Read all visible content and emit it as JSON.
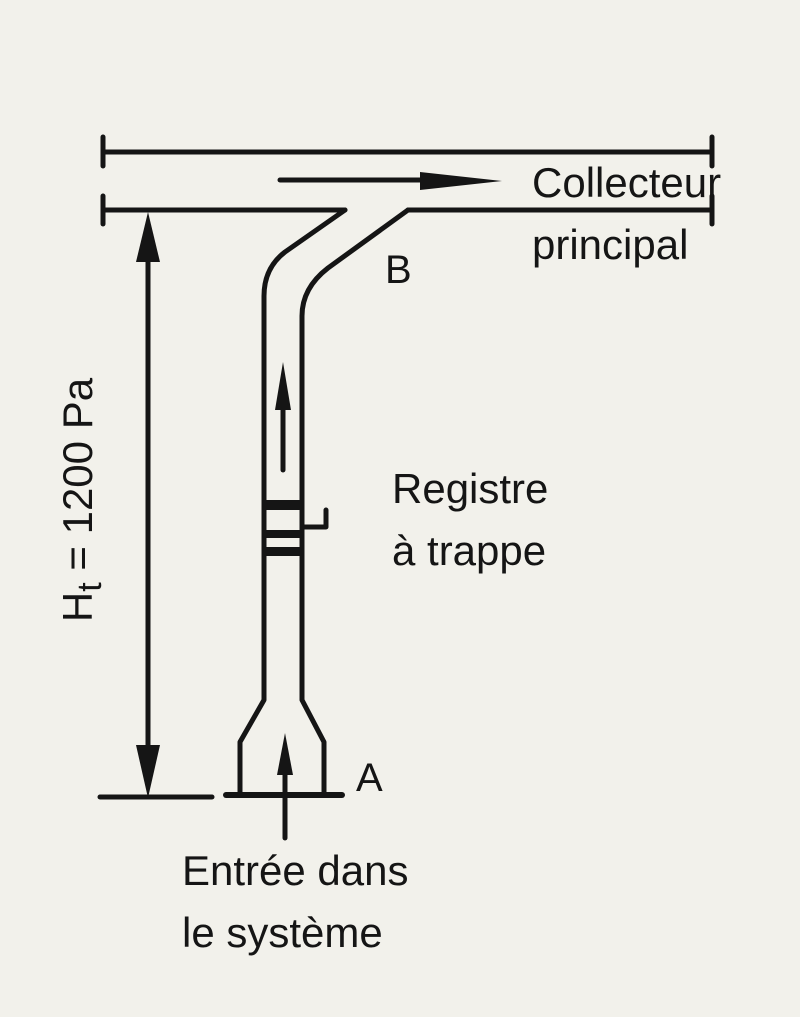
{
  "labels": {
    "collector_line1": "Collecteur",
    "collector_line2": "principal",
    "point_b": "B",
    "point_a": "A",
    "damper_line1": "Registre",
    "damper_line2": "à trappe",
    "inlet_line1": "Entrée dans",
    "inlet_line2": "le système",
    "height_prefix": "H",
    "height_sub": "t",
    "height_value": " = 1200 Pa"
  },
  "colors": {
    "ink": "#151515",
    "paper": "#f2f1eb"
  }
}
